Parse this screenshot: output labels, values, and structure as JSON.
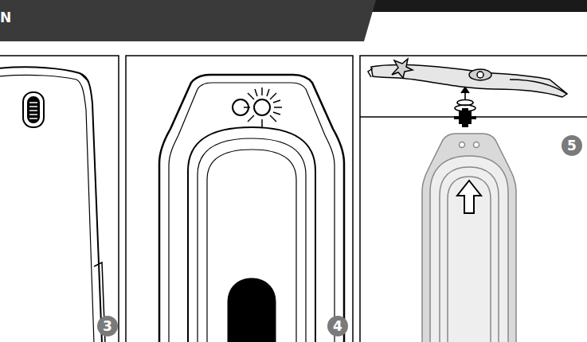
{
  "diagram": {
    "title": "N",
    "nodes": [
      {
        "text": [
          "3"
        ]
      },
      {
        "text": [
          "4"
        ]
      },
      {
        "text": [
          "5"
        ]
      }
    ]
  }
}
